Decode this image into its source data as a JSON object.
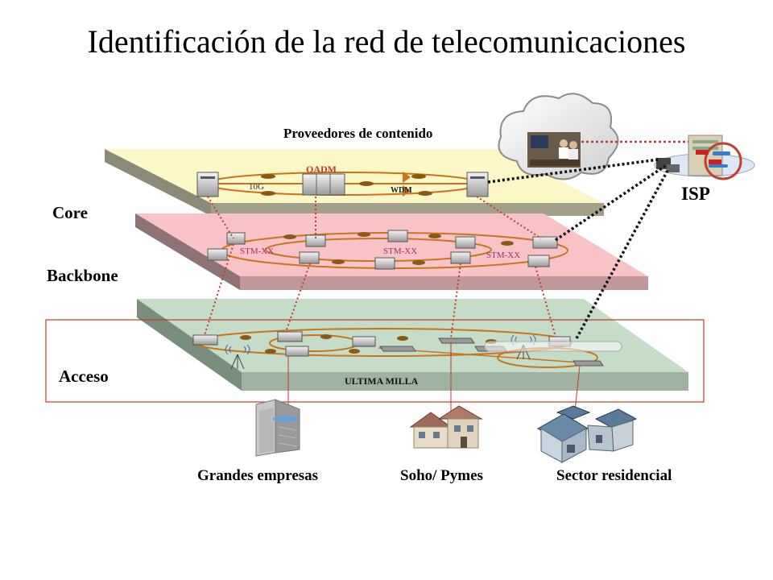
{
  "title": "Identificación de la red de telecomunicaciones",
  "layers": {
    "core": "Core",
    "backbone": "Backbone",
    "access": "Acceso"
  },
  "top": {
    "content_providers": "Proveedores de contenido",
    "isp": "ISP"
  },
  "core_links": {
    "oadm": "OADM",
    "ten_g": "10G",
    "wdm": "WDM"
  },
  "backbone_links": [
    "STM-XX",
    "STM-XX",
    "STM-XX"
  ],
  "access_band": "ULTIMA MILLA",
  "segments": [
    "Grandes empresas",
    "Soho/ Pymes",
    "Sector residencial"
  ],
  "colors": {
    "core_plane": "#fbf7c6",
    "backbone_plane": "#f7c3c6",
    "access_plane": "#c5dcc9",
    "ring": "#c8741c",
    "dotted_link": "#c0392b",
    "oadm_label": "#c0392b",
    "stm_label": "#a0306a",
    "access_box": "#c0392b"
  }
}
